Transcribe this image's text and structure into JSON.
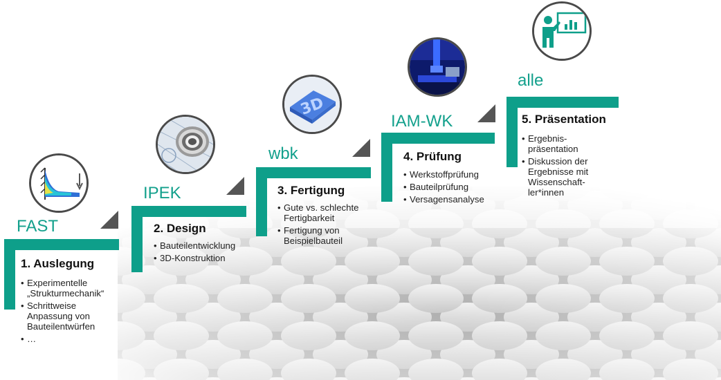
{
  "steps": [
    {
      "org": "FAST",
      "title": "1. Auslegung",
      "bullets": [
        "Experimentelle „Strukturmechanik“",
        "Schrittweise Anpassung von Bauteilentwürfen",
        "…"
      ],
      "icon": "stress-plot-icon"
    },
    {
      "org": "IPEK",
      "title": "2. Design",
      "bullets": [
        "Bauteilentwicklung",
        "3D-Konstruktion"
      ],
      "icon": "bearing-icon"
    },
    {
      "org": "wbk",
      "title": "3. Fertigung",
      "bullets": [
        "Gute vs. schlechte Fertigbarkeit",
        "Fertigung von Beispielbauteil"
      ],
      "icon": "3d-print-icon"
    },
    {
      "org": "IAM-WK",
      "title": "4. Prüfung",
      "bullets": [
        "Werkstoffprüfung",
        "Bauteilprüfung",
        "Versagensanalyse"
      ],
      "icon": "testing-machine-icon"
    },
    {
      "org": "alle",
      "title": "5. Präsentation",
      "bullets": [
        "Ergebnis-präsentation",
        "Diskussion der Ergebnisse mit Wissenschaft-ler*innen"
      ],
      "icon": "presentation-icon"
    }
  ],
  "colors": {
    "accent": "#0e9f8a",
    "org_text": "#13a08c",
    "triangle": "#555555"
  }
}
